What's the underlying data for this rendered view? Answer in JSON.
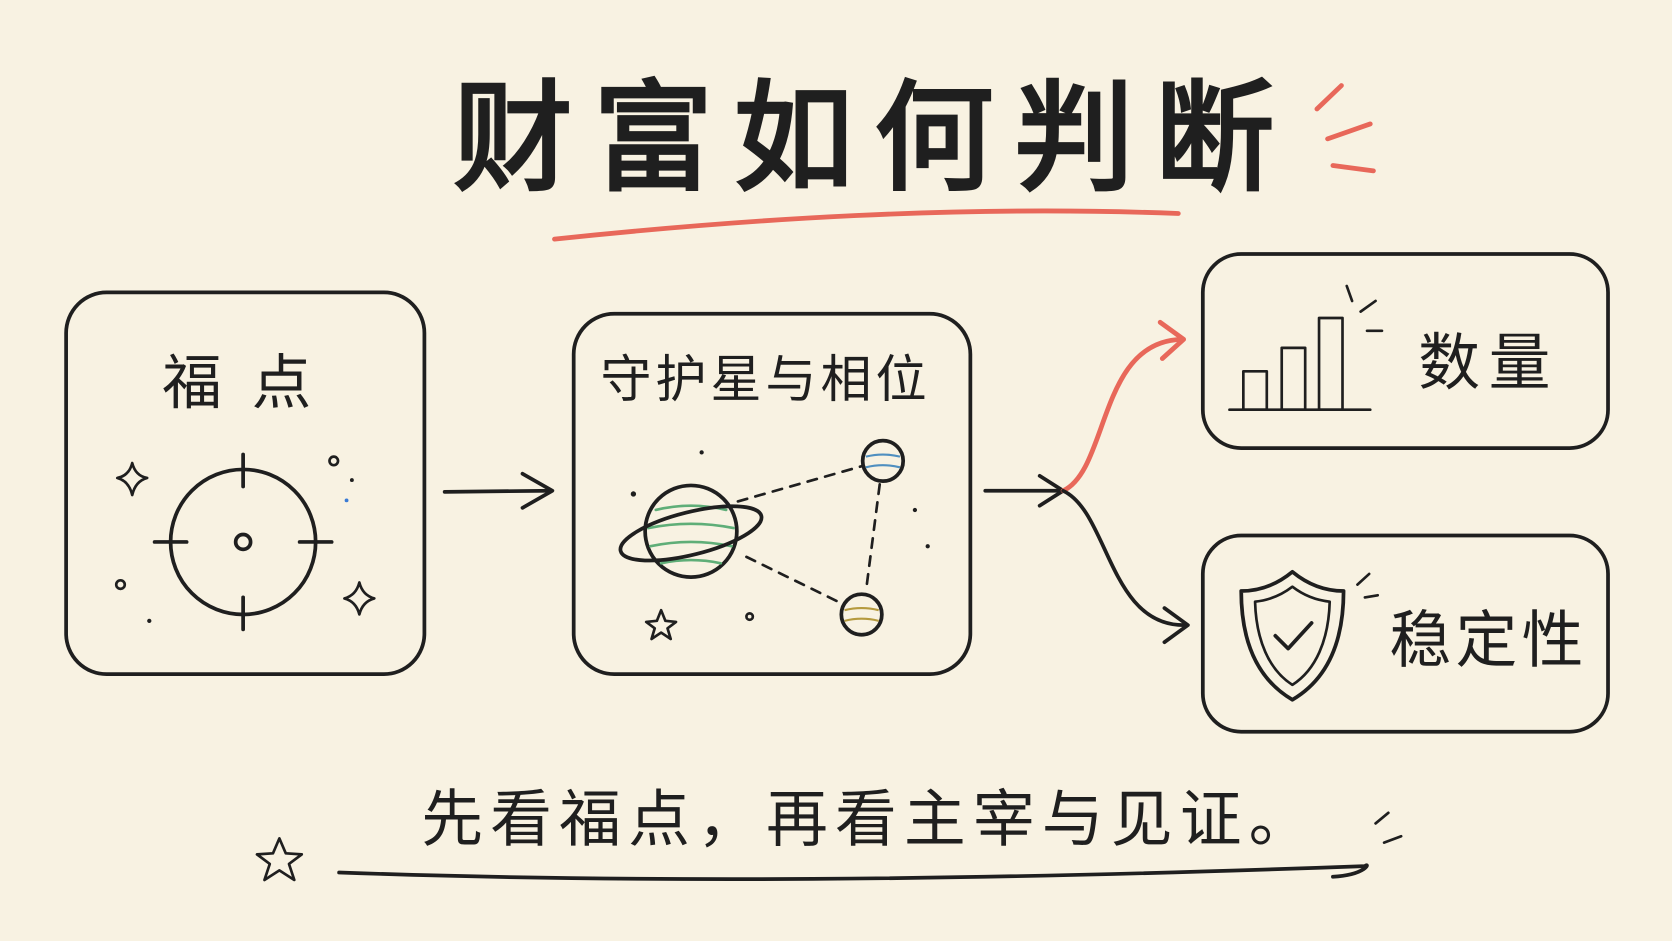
{
  "title": "财富如何判断",
  "nodes": {
    "fudian": {
      "label": "福点",
      "icon": "crosshair-icon",
      "color": "#b3cdee"
    },
    "shouhu": {
      "label": "守护星与相位",
      "icon": "planet-aspect-icon",
      "color": "#c5e6c3"
    },
    "shuliang": {
      "label": "数量",
      "icon": "bar-chart-icon",
      "color": "#d8cdf0"
    },
    "wending": {
      "label": "稳定性",
      "icon": "shield-check-icon",
      "color": "#f6d3aa"
    }
  },
  "footer": "先看福点，再看主宰与见证。",
  "colors": {
    "background": "#f8f2e2",
    "ink": "#1f1f1f",
    "accent_red": "#e8685a",
    "bar_purple": "#a48bd8",
    "planet_green": "#8fcfa0",
    "planet_blue": "#8cc4e8",
    "planet_yellow": "#e6cf7a"
  }
}
